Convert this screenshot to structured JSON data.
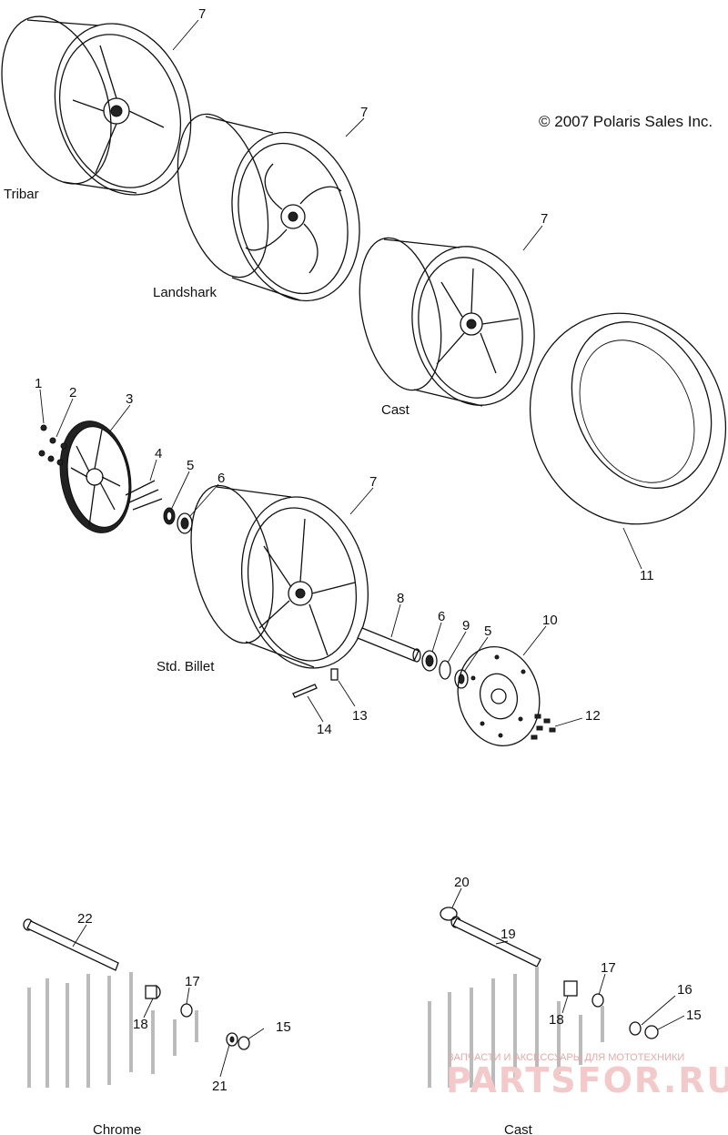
{
  "copyright": "© 2007 Polaris Sales Inc.",
  "wheel_labels": {
    "tribar": "Tribar",
    "landshark": "Landshark",
    "cast_wheel": "Cast",
    "std_billet": "Std. Billet",
    "chrome_axle": "Chrome",
    "cast_axle": "Cast"
  },
  "callouts": [
    "7",
    "7",
    "7",
    "7",
    "1",
    "2",
    "3",
    "4",
    "5",
    "6",
    "8",
    "6",
    "9",
    "5",
    "10",
    "11",
    "12",
    "13",
    "14",
    "20",
    "19",
    "22",
    "17",
    "18",
    "16",
    "15",
    "17",
    "18",
    "15",
    "21"
  ],
  "watermark": {
    "small": "ЗАПЧАСТИ И АКСЕССУАРЫ ДЛЯ МОТОТЕХНИКИ",
    "big": "PARTSFOR.RU"
  }
}
